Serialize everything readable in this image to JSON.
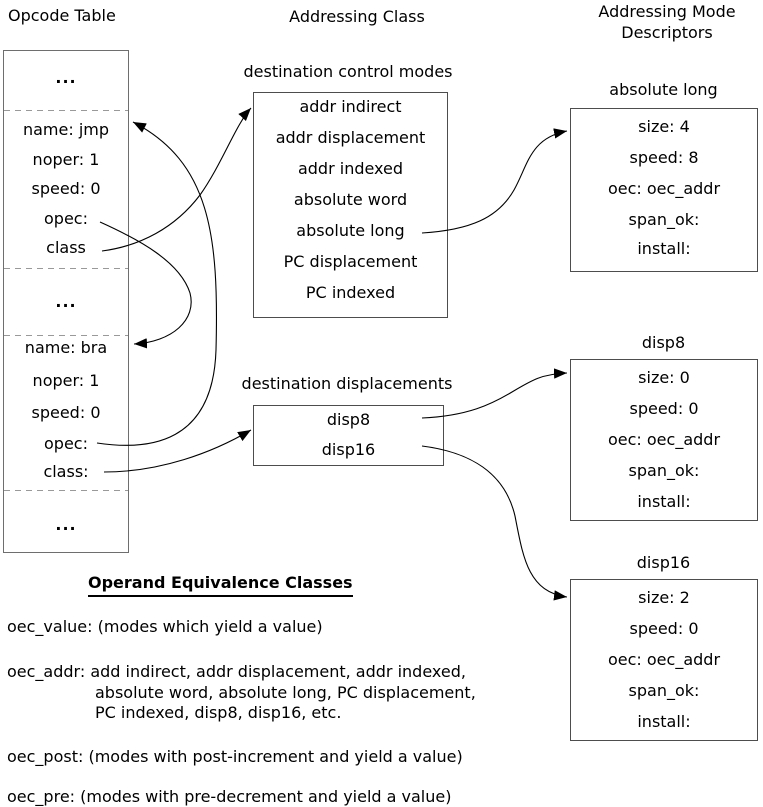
{
  "titles": {
    "col1": "Opcode Table",
    "col2": "Addressing Class",
    "col3_line1": "Addressing Mode",
    "col3_line2": "Descriptors"
  },
  "opcode_table": {
    "ellipsis": "...",
    "jmp": [
      "name: jmp",
      "noper: 1",
      "speed: 0",
      "opec:",
      "class"
    ],
    "bra": [
      "name: bra",
      "noper: 1",
      "speed: 0",
      "opec:",
      "class:"
    ]
  },
  "control_modes": {
    "label": "destination control modes",
    "items": [
      "addr indirect",
      "addr displacement",
      "addr indexed",
      "absolute word",
      "absolute long",
      "PC displacement",
      "PC indexed"
    ]
  },
  "displacements": {
    "label": "destination displacements",
    "items": [
      "disp8",
      "disp16"
    ]
  },
  "descriptors": {
    "absolute_long": {
      "title": "absolute long",
      "fields": [
        "size: 4",
        "speed: 8",
        "oec: oec_addr",
        "span_ok:",
        "install:"
      ]
    },
    "disp8": {
      "title": "disp8",
      "fields": [
        "size: 0",
        "speed: 0",
        "oec: oec_addr",
        "span_ok:",
        "install:"
      ]
    },
    "disp16": {
      "title": "disp16",
      "fields": [
        "size: 2",
        "speed: 0",
        "oec: oec_addr",
        "span_ok:",
        "install:"
      ]
    }
  },
  "equivalence_classes": {
    "heading": "Operand Equivalence Classes",
    "oec_value": "oec_value: (modes which yield a value)",
    "oec_addr_line1": "oec_addr: add indirect, addr displacement, addr indexed,",
    "oec_addr_line2": "absolute word, absolute long, PC displacement,",
    "oec_addr_line3": "PC indexed, disp8, disp16, etc.",
    "oec_post": "oec_post: (modes with post-increment and yield a value)",
    "oec_pre": "oec_pre: (modes with pre-decrement and yield a value)"
  },
  "colors": {
    "arrow": "#000000",
    "box_border": "#4d4d4d",
    "table_border": "#6e6e6e",
    "dashed_divider": "#999999",
    "text": "#000000"
  }
}
